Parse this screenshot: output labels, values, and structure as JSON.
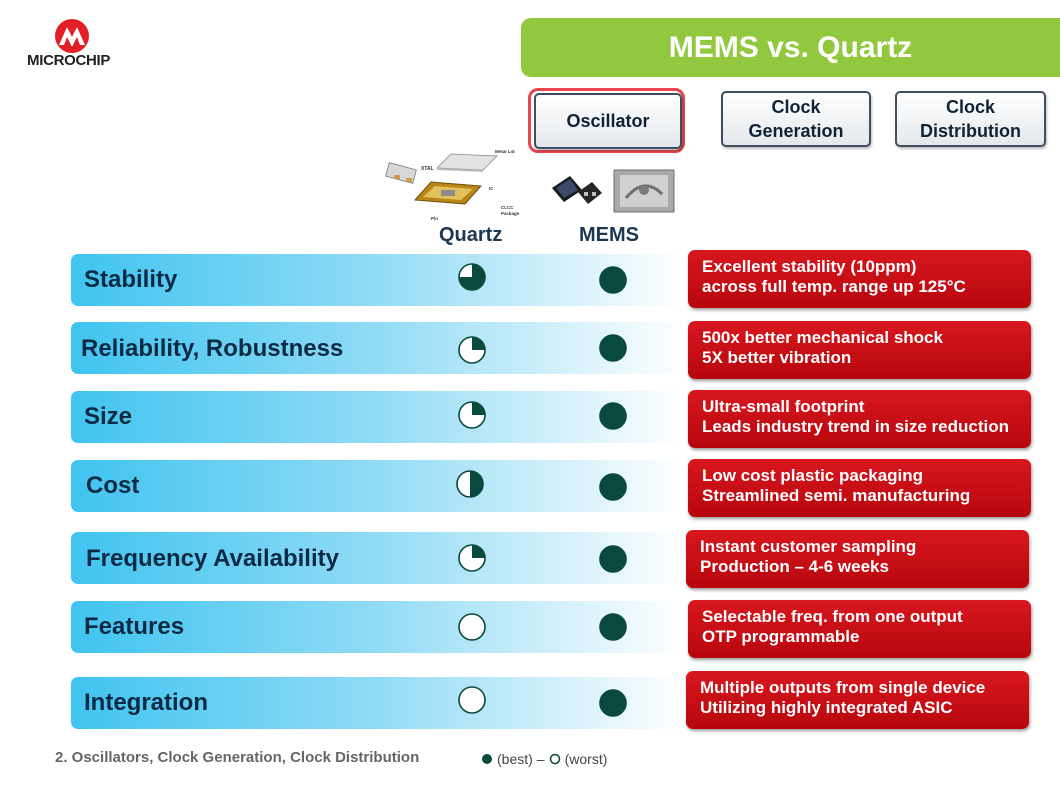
{
  "logo": {
    "text": "MICROCHIP",
    "color": "#e31e24"
  },
  "title": "MEMS vs. Quartz",
  "nav": [
    {
      "label": "Oscillator",
      "selected": true
    },
    {
      "label": "Clock\nGeneration",
      "selected": false
    },
    {
      "label": "Clock\nDistribution",
      "selected": false
    }
  ],
  "columns": {
    "quartz": "Quartz",
    "mems": "MEMS"
  },
  "rows": [
    {
      "label": "Stability",
      "quartz_rating": 0.75,
      "mems_rating": 1.0,
      "callout": [
        "Excellent stability (10ppm)",
        "across full temp. range up 125°C"
      ]
    },
    {
      "label": "Reliability, Robustness",
      "quartz_rating": 0.25,
      "mems_rating": 1.0,
      "callout": [
        "500x better mechanical shock",
        "5X better vibration"
      ]
    },
    {
      "label": "Size",
      "quartz_rating": 0.25,
      "mems_rating": 1.0,
      "callout": [
        "Ultra-small footprint",
        "Leads industry trend in size reduction"
      ]
    },
    {
      "label": "Cost",
      "quartz_rating": 0.5,
      "mems_rating": 1.0,
      "callout": [
        "Low cost plastic packaging",
        "Streamlined semi. manufacturing"
      ]
    },
    {
      "label": "Frequency Availability",
      "quartz_rating": 0.25,
      "mems_rating": 1.0,
      "callout": [
        "Instant customer sampling",
        "Production – 4-6 weeks"
      ]
    },
    {
      "label": "Features",
      "quartz_rating": 0.0,
      "mems_rating": 1.0,
      "callout": [
        "Selectable freq. from one output",
        "OTP programmable"
      ]
    },
    {
      "label": "Integration",
      "quartz_rating": 0.0,
      "mems_rating": 1.0,
      "callout": [
        "Multiple outputs from single device",
        "Utilizing highly integrated ASIC"
      ]
    }
  ],
  "footer": "2. Oscillators, Clock Generation, Clock Distribution",
  "legend": {
    "best": "(best)",
    "separator": "–",
    "worst": "(worst)"
  },
  "colors": {
    "title_bg": "#92c83e",
    "rating_fill": "#0a4a3e",
    "callout_bg": "#c8101a",
    "nav_focus": "#e8454d"
  }
}
